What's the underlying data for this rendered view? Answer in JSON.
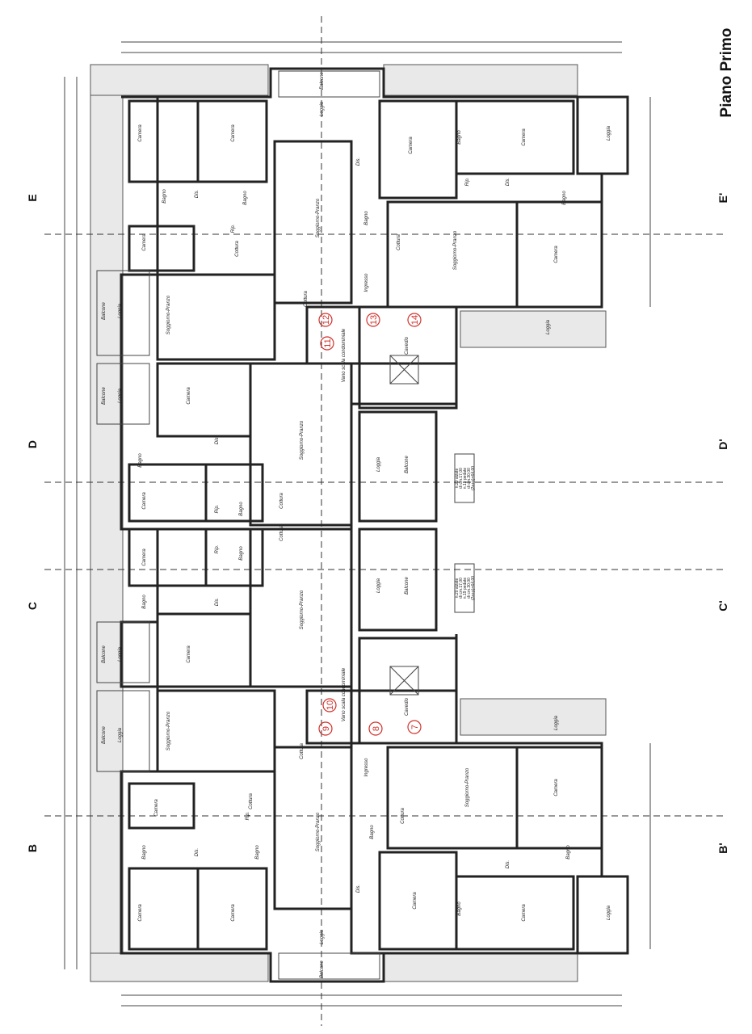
{
  "title": "Piano Primo",
  "sections": [
    "E",
    "E'",
    "D",
    "D'",
    "C",
    "C'",
    "B",
    "B'"
  ],
  "apartments": [
    "7",
    "8",
    "9",
    "10",
    "11",
    "12",
    "13",
    "14"
  ],
  "stair_note": [
    "n.20 alzate",
    "di cm.17,00",
    "n.19 pedate",
    "di cm.30,00",
    "(2a+p)=64,00"
  ],
  "colors": {
    "apartment_number": "#d0302a",
    "wall": "#222222",
    "terrace": "#e9e9e9"
  },
  "rooms": [
    "Camera",
    "Camera",
    "Bagno",
    "Dis.",
    "Bagno",
    "Camera",
    "Rip.",
    "Cottura",
    "Soggiorno-Pranzo",
    "Loggia",
    "Balcone",
    "Soggiorno-Pranzo",
    "Loggia",
    "Balcone",
    "Dis.",
    "Bagno",
    "Ingresso",
    "Cottura",
    "Camera",
    "Camera",
    "Bagno",
    "Loggia",
    "Rip.",
    "Dis.",
    "Bagno",
    "Cottura",
    "Soggiorno-Pranzo",
    "Camera",
    "Loggia",
    "Vano scala condominiale",
    "Cavedio",
    "Balcone",
    "Loggia",
    "Camera",
    "Soggiorno-Pranzo",
    "Bagno",
    "Dis.",
    "Camera",
    "Rip.",
    "Bagno",
    "Cottura",
    "Loggia",
    "Balcone",
    "Cottura",
    "Camera",
    "Rip.",
    "Bagno",
    "Bagno",
    "Dis.",
    "Soggiorno-Pranzo",
    "Camera",
    "Loggia",
    "Balcone",
    "Balcone",
    "Loggia",
    "Vano scala condominiale",
    "Cavedio",
    "Balcone",
    "Loggia",
    "Soggiorno-Pranzo",
    "Camera",
    "Cottura",
    "Rip.",
    "Bagno",
    "Dis.",
    "Bagno",
    "Camera",
    "Camera",
    "Cottura",
    "Ingresso",
    "Soggiorno-Pranzo",
    "Bagno",
    "Dis.",
    "Loggia",
    "Balcone",
    "Soggiorno-Pranzo",
    "Camera",
    "Cottura",
    "Loggia",
    "Dis.",
    "Bagno",
    "Camera",
    "Bagno",
    "Camera",
    "Loggia"
  ]
}
